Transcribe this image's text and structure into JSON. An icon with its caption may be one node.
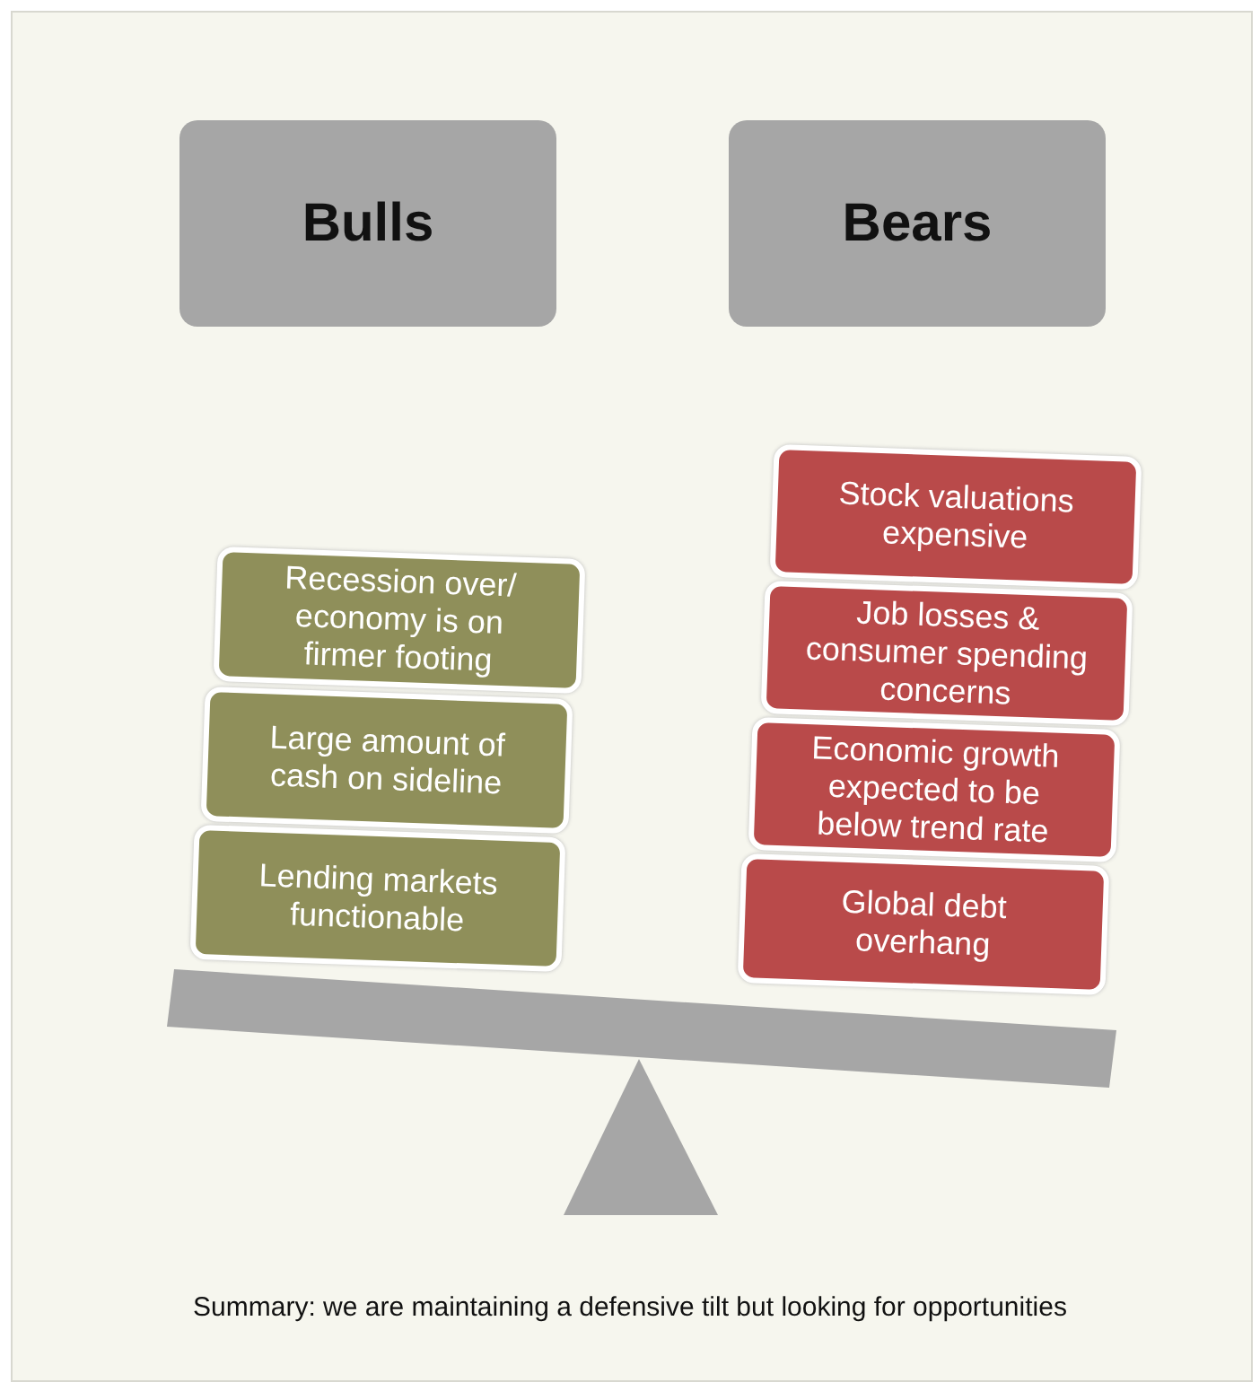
{
  "diagram": {
    "caption": "Summary:  we are maintaining a defensive tilt but looking for opportunities",
    "nodes": [
      {
        "text": [
          "Bulls"
        ]
      },
      {
        "text": [
          "Bears"
        ]
      },
      {
        "text": [
          "Recession over/ economy is on firmer footing"
        ]
      },
      {
        "text": [
          "Large amount of cash on sideline"
        ]
      },
      {
        "text": [
          "Lending markets functionable"
        ]
      },
      {
        "text": [
          "Stock valuations expensive"
        ]
      },
      {
        "text": [
          "Job losses & consumer spending concerns"
        ]
      },
      {
        "text": [
          "Economic growth expected to be below trend rate"
        ]
      },
      {
        "text": [
          "Global debt overhang"
        ]
      }
    ],
    "edges": []
  }
}
